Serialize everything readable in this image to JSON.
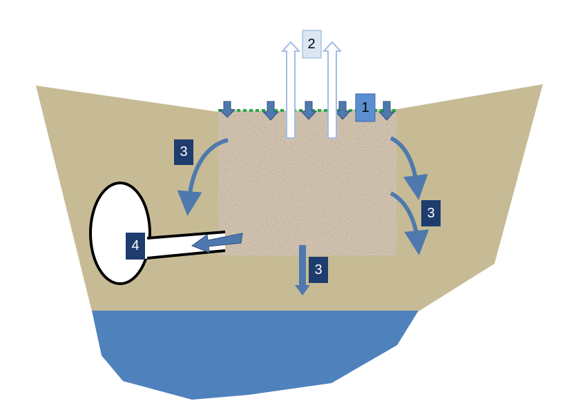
{
  "colors": {
    "background": "#ffffff",
    "soil": "#c6bb94",
    "water": "#4f81bd",
    "gravel_base": "#9a8a78",
    "grass": "#22aa44",
    "arrow_dark": "#4f79ae",
    "arrow_light": "#bcd3ee",
    "badge_dark": "#1f3c6e",
    "badge_mid": "#5b8fd0",
    "badge_light": "#dbe6f4",
    "tank_outline": "#000000"
  },
  "labels": {
    "label_1": "1",
    "label_2": "2",
    "label_3a": "3",
    "label_3b": "3",
    "label_3c": "3",
    "label_4": "4"
  }
}
